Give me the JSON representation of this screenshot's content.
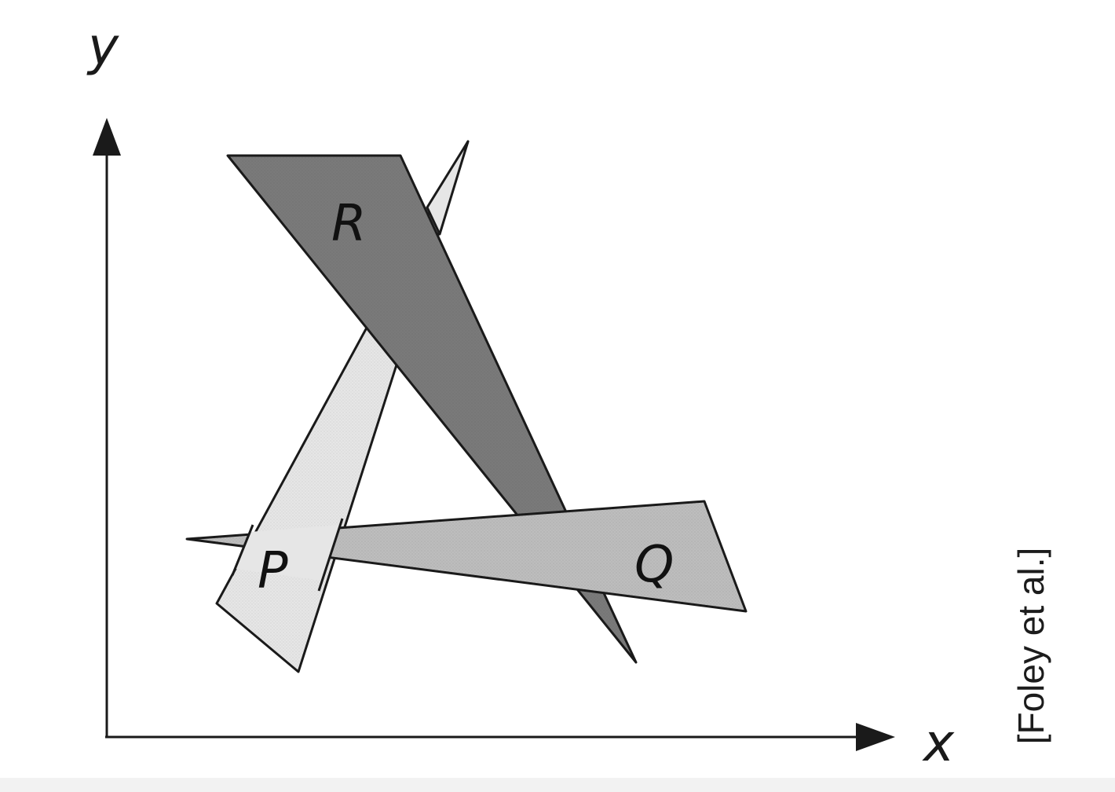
{
  "axes": {
    "x_label": "x",
    "y_label": "y"
  },
  "polygons": {
    "p": {
      "label": "P",
      "fill": "#e6e6e6"
    },
    "q": {
      "label": "Q",
      "fill": "#bdbdbd"
    },
    "r": {
      "label": "R",
      "fill": "#7a7a7a"
    }
  },
  "citation": "[Foley et al.]",
  "colors": {
    "stroke": "#1a1a1a",
    "background": "#ffffff"
  }
}
